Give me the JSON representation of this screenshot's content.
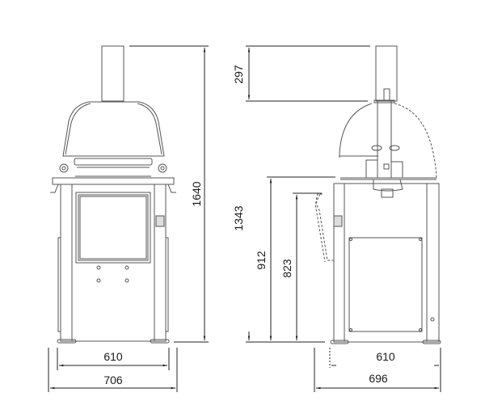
{
  "drawing": {
    "type": "technical-dimension-drawing",
    "line_color": "#555555",
    "dim_color": "#222222",
    "front_view": {
      "dimensions": {
        "total_height": "1640",
        "base_inner_width": "610",
        "base_outer_width": "706"
      }
    },
    "side_view": {
      "dimensions": {
        "column_top": "297",
        "table_height": "1343",
        "arm_height": "912",
        "tray_height": "823",
        "base_inner_width": "610",
        "base_outer_width": "696"
      }
    }
  }
}
